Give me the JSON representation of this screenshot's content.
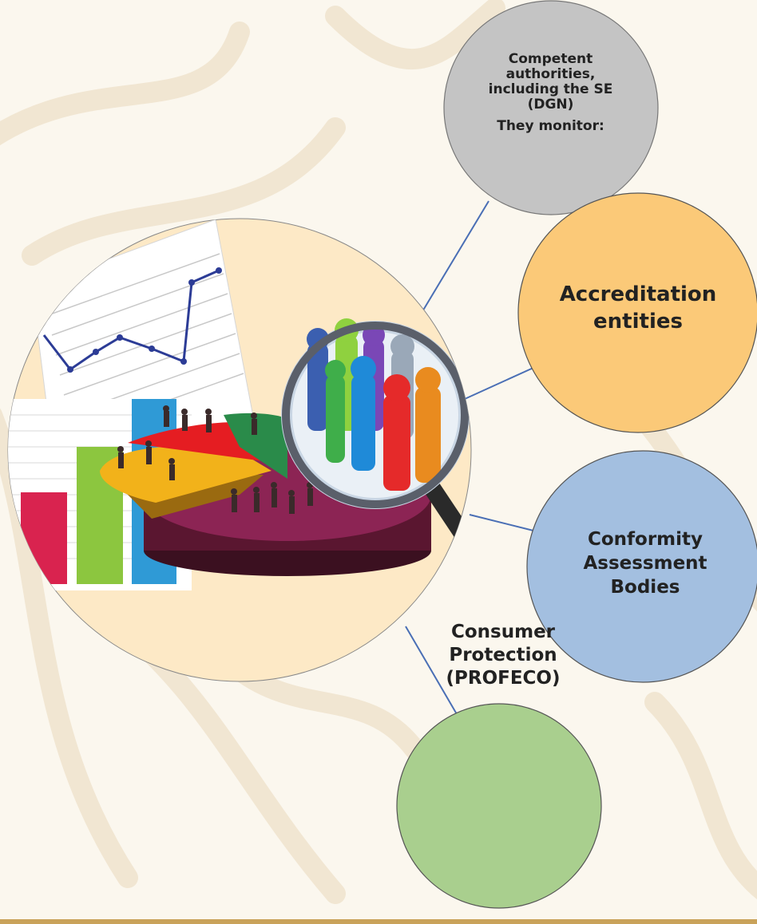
{
  "nodes": {
    "authorities": {
      "title": "Competent authorities, including the SE (DGN)",
      "subtitle": "They monitor:",
      "color": "#c4c4c4"
    },
    "accreditation": {
      "label": "Accreditation entities",
      "color": "#fbc978"
    },
    "conformity": {
      "label": "Conformity Assessment Bodies",
      "color": "#a3bfe0"
    },
    "consumer": {
      "label": "Consumer Protection (PROFECO)",
      "color": "#a9cf8e"
    }
  },
  "hub_image": {
    "icon": "data-analysis-magnifier-icon",
    "color": "#fde9c6"
  },
  "connector_color": "#4a6fb5"
}
